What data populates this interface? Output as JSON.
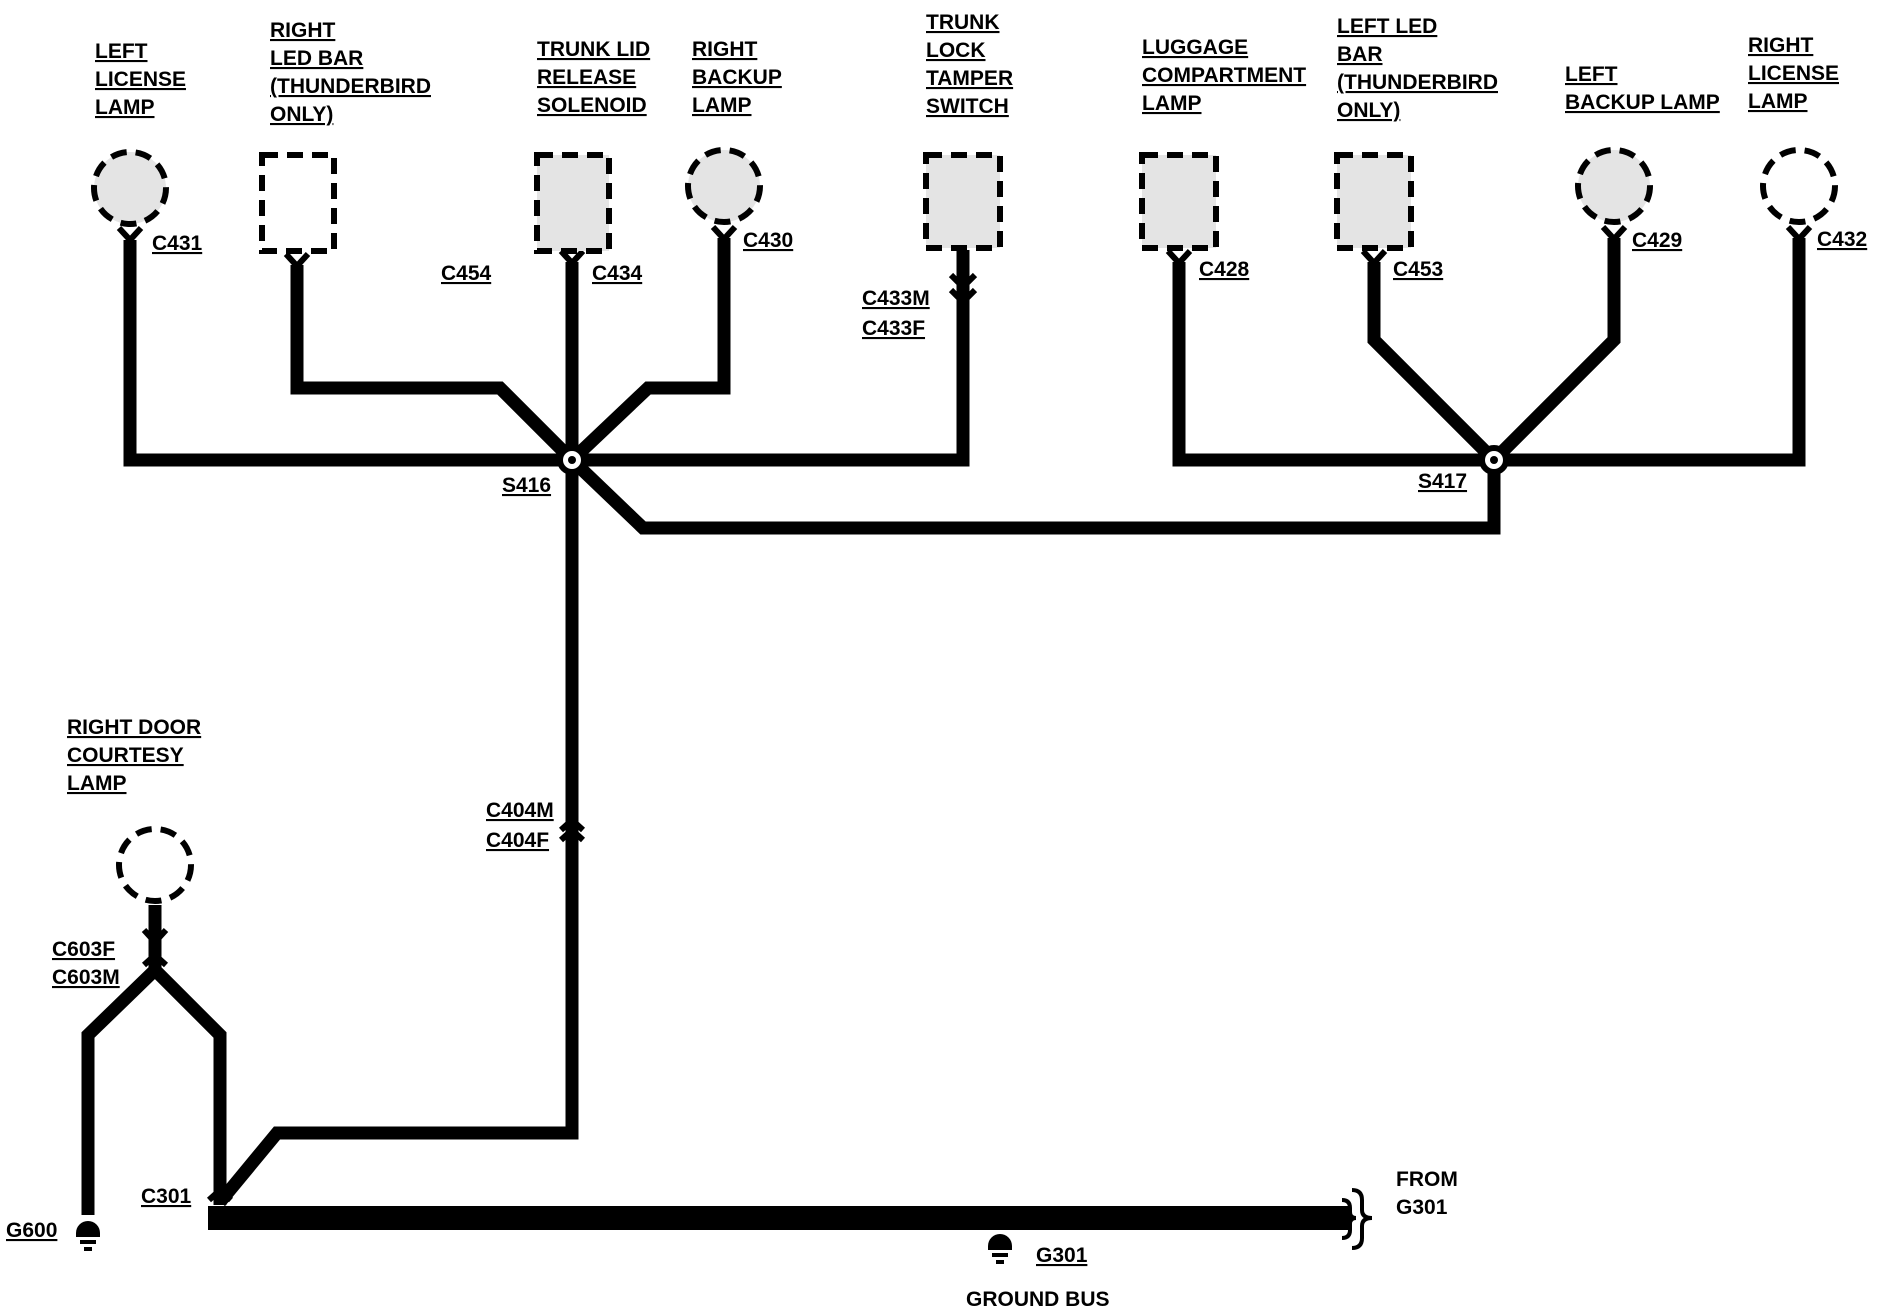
{
  "components": {
    "left_license_lamp": [
      "LEFT",
      "LICENSE",
      "LAMP"
    ],
    "right_led_bar": [
      "RIGHT",
      "LED BAR",
      "(THUNDERBIRD",
      "ONLY)"
    ],
    "trunk_lid_release_solenoid": [
      "TRUNK LID",
      "RELEASE",
      "SOLENOID"
    ],
    "right_backup_lamp": [
      "RIGHT",
      "BACKUP",
      "LAMP"
    ],
    "trunk_lock_tamper_switch": [
      "TRUNK",
      "LOCK",
      "TAMPER",
      "SWITCH"
    ],
    "luggage_compartment_lamp": [
      "LUGGAGE",
      "COMPARTMENT",
      "LAMP"
    ],
    "left_led_bar": [
      "LEFT LED",
      "BAR",
      "(THUNDERBIRD",
      "ONLY)"
    ],
    "left_backup_lamp": [
      "LEFT",
      "BACKUP LAMP"
    ],
    "right_license_lamp": [
      "RIGHT",
      "LICENSE",
      "LAMP"
    ],
    "right_door_courtesy_lamp": [
      "RIGHT DOOR",
      "COURTESY",
      "LAMP"
    ]
  },
  "connectors": {
    "c431": "C431",
    "c454": "C454",
    "c434": "C434",
    "c430": "C430",
    "c433m": "C433M",
    "c433f": "C433F",
    "c428": "C428",
    "c453": "C453",
    "c429": "C429",
    "c432": "C432",
    "c404m": "C404M",
    "c404f": "C404F",
    "c603f": "C603F",
    "c603m": "C603M",
    "c301": "C301"
  },
  "splices": {
    "s416": "S416",
    "s417": "S417"
  },
  "grounds": {
    "g600": "G600",
    "g301": "G301",
    "ground_bus": "GROUND BUS",
    "from_g301": [
      "FROM",
      "G301"
    ]
  }
}
